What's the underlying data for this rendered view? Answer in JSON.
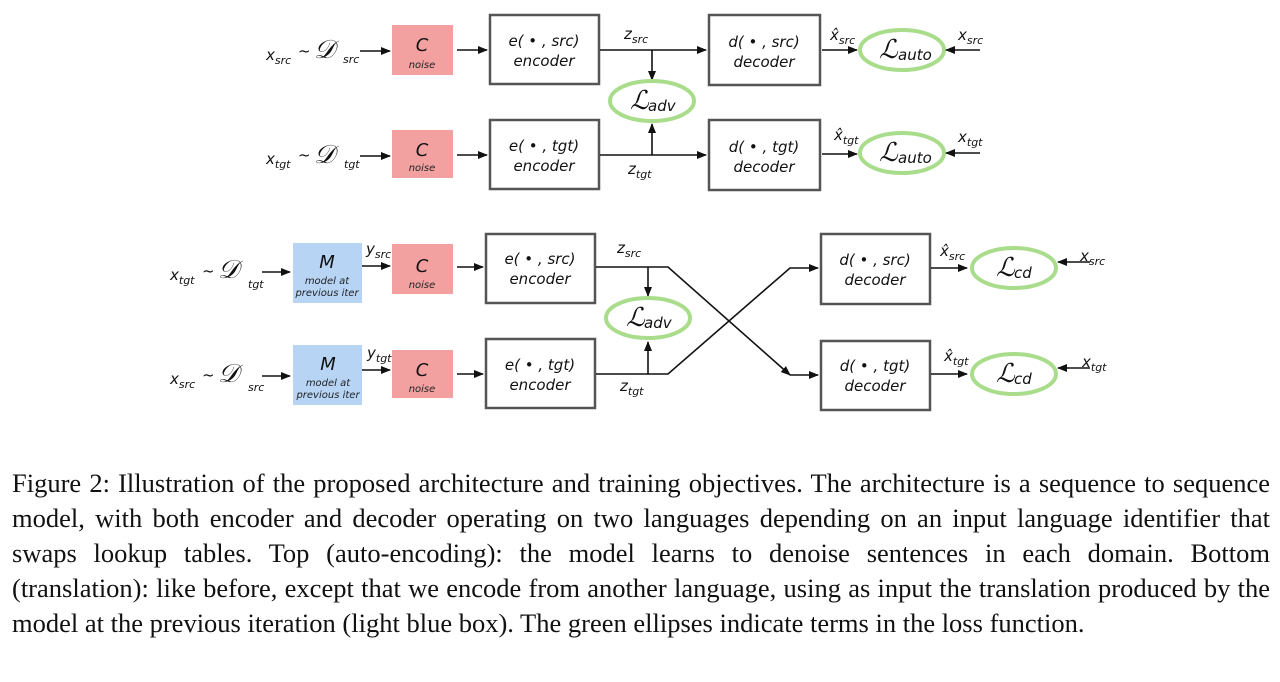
{
  "diagram": {
    "colors": {
      "noise_box": "#f2a0a0",
      "model_box": "#b7d4f5",
      "loss_ellipse": "#a9dd8c"
    },
    "noise": {
      "symbol": "C",
      "label": "noise"
    },
    "model": {
      "symbol": "M",
      "label_line1": "model at",
      "label_line2": "previous iter"
    },
    "enc_src": {
      "line1": "e( • , src)",
      "line2": "encoder"
    },
    "enc_tgt": {
      "line1": "e( • , tgt)",
      "line2": "encoder"
    },
    "dec_src": {
      "line1": "d( • , src)",
      "line2": "decoder"
    },
    "dec_tgt": {
      "line1": "d( • , tgt)",
      "line2": "decoder"
    },
    "vars": {
      "x": "x",
      "y": "y",
      "z": "z",
      "x_hat": "x̂",
      "D": "𝒟",
      "src": "src",
      "tgt": "tgt",
      "sim": "~"
    },
    "losses": {
      "L": "ℒ",
      "auto": "auto",
      "adv": "adv",
      "cd": "cd"
    }
  },
  "caption": "Figure 2: Illustration of the proposed architecture and training objectives. The architecture is a sequence to sequence model, with both encoder and decoder operating on two languages depending on an input language identifier that swaps lookup tables. Top (auto-encoding): the model learns to denoise sentences in each domain. Bottom (translation): like before, except that we encode from another language, using as input the translation produced by the model at the previous iteration (light blue box). The green ellipses indicate terms in the loss function."
}
